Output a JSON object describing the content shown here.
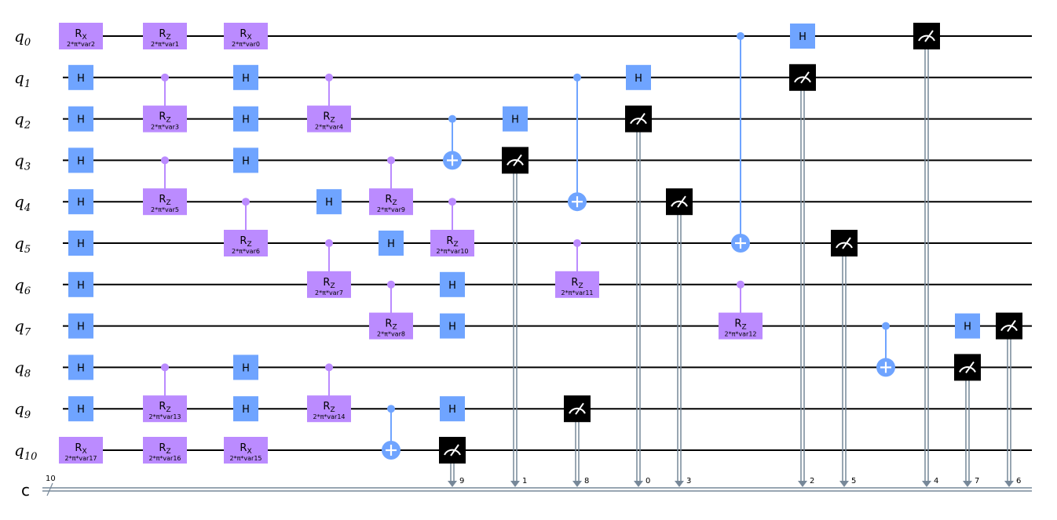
{
  "colors": {
    "wire": "#000000",
    "classical": "#778899",
    "h_gate": "#6FA4FF",
    "rot_gate": "#BB8BFF",
    "measure": "#000000",
    "measure_symbol": "#ffffff",
    "gate_text": "#000000"
  },
  "qubits": [
    "q0",
    "q1",
    "q2",
    "q3",
    "q4",
    "q5",
    "q6",
    "q7",
    "q8",
    "q9",
    "q10"
  ],
  "classical_register": {
    "label": "c",
    "width_label": "10"
  },
  "gates": [
    {
      "kind": "rot",
      "axis": "X",
      "col": 0,
      "q": 0,
      "param": "2*π*var2"
    },
    {
      "kind": "h",
      "col": 0,
      "q": 1
    },
    {
      "kind": "h",
      "col": 0,
      "q": 2
    },
    {
      "kind": "h",
      "col": 0,
      "q": 3
    },
    {
      "kind": "h",
      "col": 0,
      "q": 4
    },
    {
      "kind": "h",
      "col": 0,
      "q": 5
    },
    {
      "kind": "h",
      "col": 0,
      "q": 6
    },
    {
      "kind": "h",
      "col": 0,
      "q": 7
    },
    {
      "kind": "h",
      "col": 0,
      "q": 8
    },
    {
      "kind": "h",
      "col": 0,
      "q": 9
    },
    {
      "kind": "rot",
      "axis": "X",
      "col": 0,
      "q": 10,
      "param": "2*π*var17"
    },
    {
      "kind": "rot",
      "axis": "Z",
      "col": 1,
      "q": 0,
      "param": "2*π*var1"
    },
    {
      "kind": "crot",
      "axis": "Z",
      "col": 1,
      "ctrl": 1,
      "q": 2,
      "param": "2*π*var3"
    },
    {
      "kind": "crot",
      "axis": "Z",
      "col": 1,
      "ctrl": 3,
      "q": 4,
      "param": "2*π*var5"
    },
    {
      "kind": "crot",
      "axis": "Z",
      "col": 1,
      "ctrl": 8,
      "q": 9,
      "param": "2*π*var13"
    },
    {
      "kind": "rot",
      "axis": "Z",
      "col": 1,
      "q": 10,
      "param": "2*π*var16"
    },
    {
      "kind": "rot",
      "axis": "X",
      "col": 2,
      "q": 0,
      "param": "2*π*var0"
    },
    {
      "kind": "h",
      "col": 2,
      "q": 1
    },
    {
      "kind": "h",
      "col": 2,
      "q": 2
    },
    {
      "kind": "h",
      "col": 2,
      "q": 3
    },
    {
      "kind": "crot",
      "axis": "Z",
      "col": 2,
      "ctrl": 4,
      "q": 5,
      "param": "2*π*var6"
    },
    {
      "kind": "h",
      "col": 2,
      "q": 8
    },
    {
      "kind": "h",
      "col": 2,
      "q": 9
    },
    {
      "kind": "rot",
      "axis": "X",
      "col": 2,
      "q": 10,
      "param": "2*π*var15"
    },
    {
      "kind": "crot",
      "axis": "Z",
      "col": 3,
      "ctrl": 1,
      "q": 2,
      "param": "2*π*var4"
    },
    {
      "kind": "h",
      "col": 3,
      "q": 4
    },
    {
      "kind": "crot",
      "axis": "Z",
      "col": 3,
      "ctrl": 5,
      "q": 6,
      "param": "2*π*var7"
    },
    {
      "kind": "crot",
      "axis": "Z",
      "col": 3,
      "ctrl": 8,
      "q": 9,
      "param": "2*π*var14"
    },
    {
      "kind": "crot",
      "axis": "Z",
      "col": 4,
      "ctrl": 3,
      "q": 4,
      "param": "2*π*var9"
    },
    {
      "kind": "h",
      "col": 4,
      "q": 5
    },
    {
      "kind": "crot",
      "axis": "Z",
      "col": 4,
      "ctrl": 6,
      "q": 7,
      "param": "2*π*var8"
    },
    {
      "kind": "cx",
      "col": 4,
      "ctrl": 9,
      "q": 10
    },
    {
      "kind": "cx",
      "col": 5,
      "ctrl": 2,
      "q": 3
    },
    {
      "kind": "crot",
      "axis": "Z",
      "col": 5,
      "ctrl": 4,
      "q": 5,
      "param": "2*π*var10"
    },
    {
      "kind": "h",
      "col": 5,
      "q": 6
    },
    {
      "kind": "h",
      "col": 5,
      "q": 7
    },
    {
      "kind": "h",
      "col": 5,
      "q": 9
    },
    {
      "kind": "measure",
      "col": 5,
      "q": 10,
      "bit": "9"
    },
    {
      "kind": "h",
      "col": 6,
      "q": 2
    },
    {
      "kind": "measure",
      "col": 6,
      "q": 3,
      "bit": "1"
    },
    {
      "kind": "cx",
      "col": 7,
      "ctrl": 1,
      "q": 4
    },
    {
      "kind": "crot",
      "axis": "Z",
      "col": 7,
      "ctrl": 5,
      "q": 6,
      "param": "2*π*var11"
    },
    {
      "kind": "measure",
      "col": 7,
      "q": 9,
      "bit": "8"
    },
    {
      "kind": "h",
      "col": 8,
      "q": 1
    },
    {
      "kind": "measure",
      "col": 8,
      "q": 2,
      "bit": "0"
    },
    {
      "kind": "measure",
      "col": 9,
      "q": 4,
      "bit": "3"
    },
    {
      "kind": "cx",
      "col": 10,
      "ctrl": 0,
      "q": 5
    },
    {
      "kind": "crot",
      "axis": "Z",
      "col": 10,
      "ctrl": 6,
      "q": 7,
      "param": "2*π*var12"
    },
    {
      "kind": "h",
      "col": 11,
      "q": 0
    },
    {
      "kind": "measure",
      "col": 11,
      "q": 1,
      "bit": "2"
    },
    {
      "kind": "measure",
      "col": 12,
      "q": 5,
      "bit": "5"
    },
    {
      "kind": "cx",
      "col": 13,
      "ctrl": 7,
      "q": 8
    },
    {
      "kind": "measure",
      "col": 14,
      "q": 0,
      "bit": "4"
    },
    {
      "kind": "h",
      "col": 15,
      "q": 7
    },
    {
      "kind": "measure",
      "col": 15,
      "q": 8,
      "bit": "7"
    },
    {
      "kind": "measure",
      "col": 16,
      "q": 7,
      "bit": "6"
    }
  ]
}
